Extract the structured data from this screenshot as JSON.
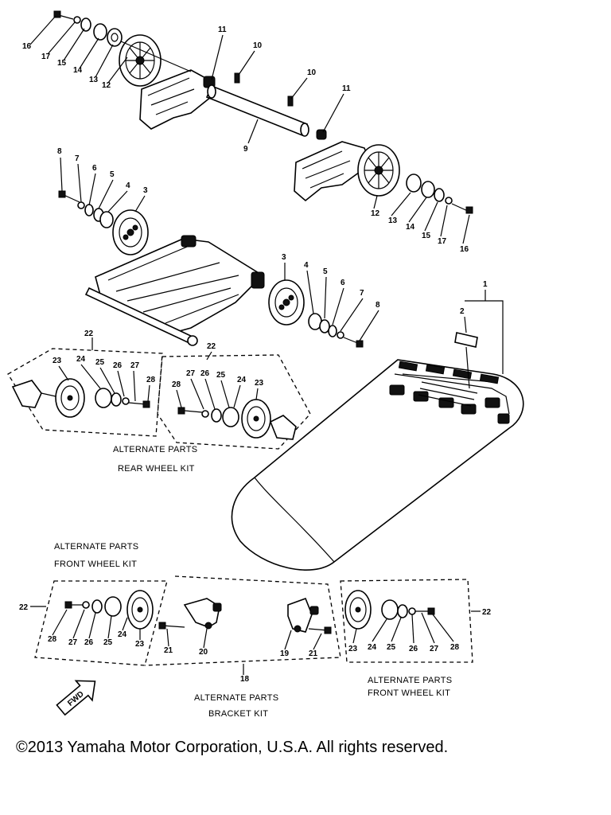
{
  "top_assembly": {
    "left_labels": [
      "16",
      "17",
      "15",
      "14",
      "13",
      "12"
    ],
    "right_labels": [
      "12",
      "13",
      "14",
      "15",
      "17",
      "16"
    ],
    "labels_axle": [
      "11",
      "10",
      "10",
      "11",
      "9"
    ]
  },
  "mid_assembly": {
    "left_labels": [
      "8",
      "7",
      "6",
      "5",
      "4",
      "3"
    ],
    "right_labels": [
      "3",
      "4",
      "5",
      "6",
      "7",
      "8"
    ],
    "track_labels": [
      "1",
      "2"
    ]
  },
  "rear_kit": {
    "group_label_left": "22",
    "group_label_right": "22",
    "left_labels": [
      "23",
      "24",
      "25",
      "26",
      "27",
      "28"
    ],
    "right_labels": [
      "28",
      "27",
      "26",
      "25",
      "24",
      "23"
    ],
    "caption_line1": "ALTERNATE PARTS",
    "caption_line2": "REAR WHEEL KIT"
  },
  "front_kit_left": {
    "caption_line1": "ALTERNATE PARTS",
    "caption_line2": "FRONT WHEEL KIT",
    "group_label": "22",
    "labels": [
      "28",
      "27",
      "26",
      "25",
      "24",
      "23"
    ]
  },
  "bracket_kit": {
    "labels": [
      "21",
      "20",
      "19",
      "21"
    ],
    "group_label": "18",
    "caption_line1": "ALTERNATE PARTS",
    "caption_line2": "BRACKET KIT"
  },
  "front_kit_right": {
    "group_label": "22",
    "labels": [
      "23",
      "24",
      "25",
      "26",
      "27",
      "28"
    ],
    "caption_line1": "ALTERNATE PARTS",
    "caption_line2": "FRONT WHEEL KIT"
  },
  "fwd_badge": "FWD",
  "copyright": "©2013 Yamaha Motor Corporation, U.S.A. All rights reserved."
}
